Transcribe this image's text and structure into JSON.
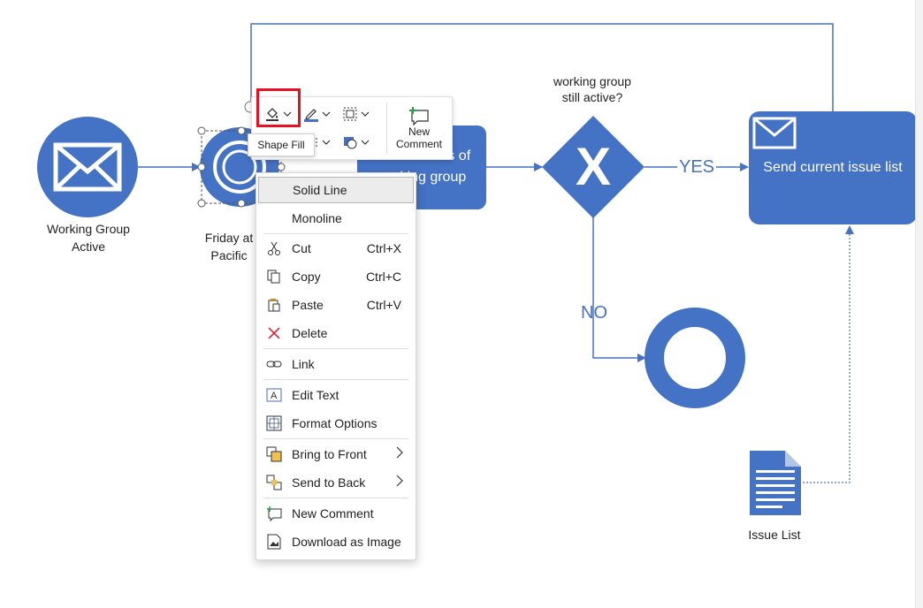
{
  "diagram": {
    "start_label": "Working Group\nActive",
    "timer_label_line1": "Friday at",
    "timer_label_line2": "Pacific",
    "task_label_line1": "Check status of",
    "task_label_line2": "working group",
    "gateway_question_line1": "working group",
    "gateway_question_line2": "still active?",
    "gateway_symbol": "X",
    "yes_label": "YES",
    "no_label": "NO",
    "send_task_label": "Send current issue list",
    "document_label": "Issue List",
    "colors": {
      "shape_fill": "#4472c4",
      "line": "#4472c4",
      "text_on_shape": "#ffffff"
    }
  },
  "toolbar": {
    "shape_fill_icon": "paint-bucket-icon",
    "line_color_icon": "pen-icon",
    "arrange_icon": "group-icon",
    "line_style_icon": "line-style-icon",
    "shape_style_icon": "shape-style-icon",
    "new_comment_line1": "New",
    "new_comment_line2": "Comment",
    "tooltip": "Shape Fill",
    "highlight_color": "#e81123"
  },
  "context_menu": {
    "items": [
      {
        "label": "Solid Line",
        "icon": "",
        "shortcut": ""
      },
      {
        "label": "Monoline",
        "icon": "",
        "shortcut": ""
      },
      {
        "label": "Cut",
        "icon": "scissors-icon",
        "shortcut": "Ctrl+X"
      },
      {
        "label": "Copy",
        "icon": "copy-icon",
        "shortcut": "Ctrl+C"
      },
      {
        "label": "Paste",
        "icon": "clipboard-icon",
        "shortcut": "Ctrl+V"
      },
      {
        "label": "Delete",
        "icon": "x-icon",
        "shortcut": ""
      },
      {
        "label": "Link",
        "icon": "link-icon",
        "shortcut": ""
      },
      {
        "label": "Edit Text",
        "icon": "text-box-icon",
        "shortcut": ""
      },
      {
        "label": "Format Options",
        "icon": "format-icon",
        "shortcut": ""
      },
      {
        "label": "Bring to Front",
        "icon": "bring-front-icon",
        "shortcut": ""
      },
      {
        "label": "Send to Back",
        "icon": "send-back-icon",
        "shortcut": ""
      },
      {
        "label": "New Comment",
        "icon": "comment-add-icon",
        "shortcut": ""
      },
      {
        "label": "Download as Image",
        "icon": "image-icon",
        "shortcut": ""
      }
    ]
  }
}
